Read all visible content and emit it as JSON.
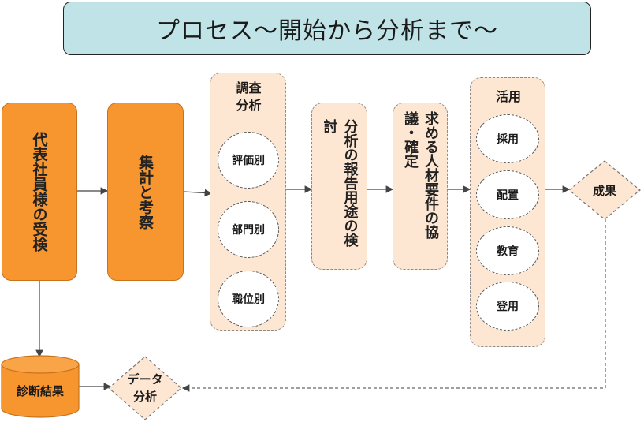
{
  "title": "プロセス〜開始から分析まで〜",
  "steps": {
    "reception": "代表社員様の受検",
    "aggregation": "集計と考察",
    "survey": {
      "label": "調査分析",
      "items": [
        "評価別",
        "部門別",
        "職位別"
      ]
    },
    "usage_review": "分析の報告用途の検討",
    "requirements": "求める人材要件の協議・確定",
    "utilization": {
      "label": "活用",
      "items": [
        "採用",
        "配置",
        "教育",
        "登用"
      ]
    },
    "outcome": "成果",
    "diagnosis": "診断結果",
    "data_analysis": "データ分析"
  },
  "colors": {
    "title_bg": "#bfe3e6",
    "orange": "#f7952f",
    "peach": "#fde6d2"
  }
}
